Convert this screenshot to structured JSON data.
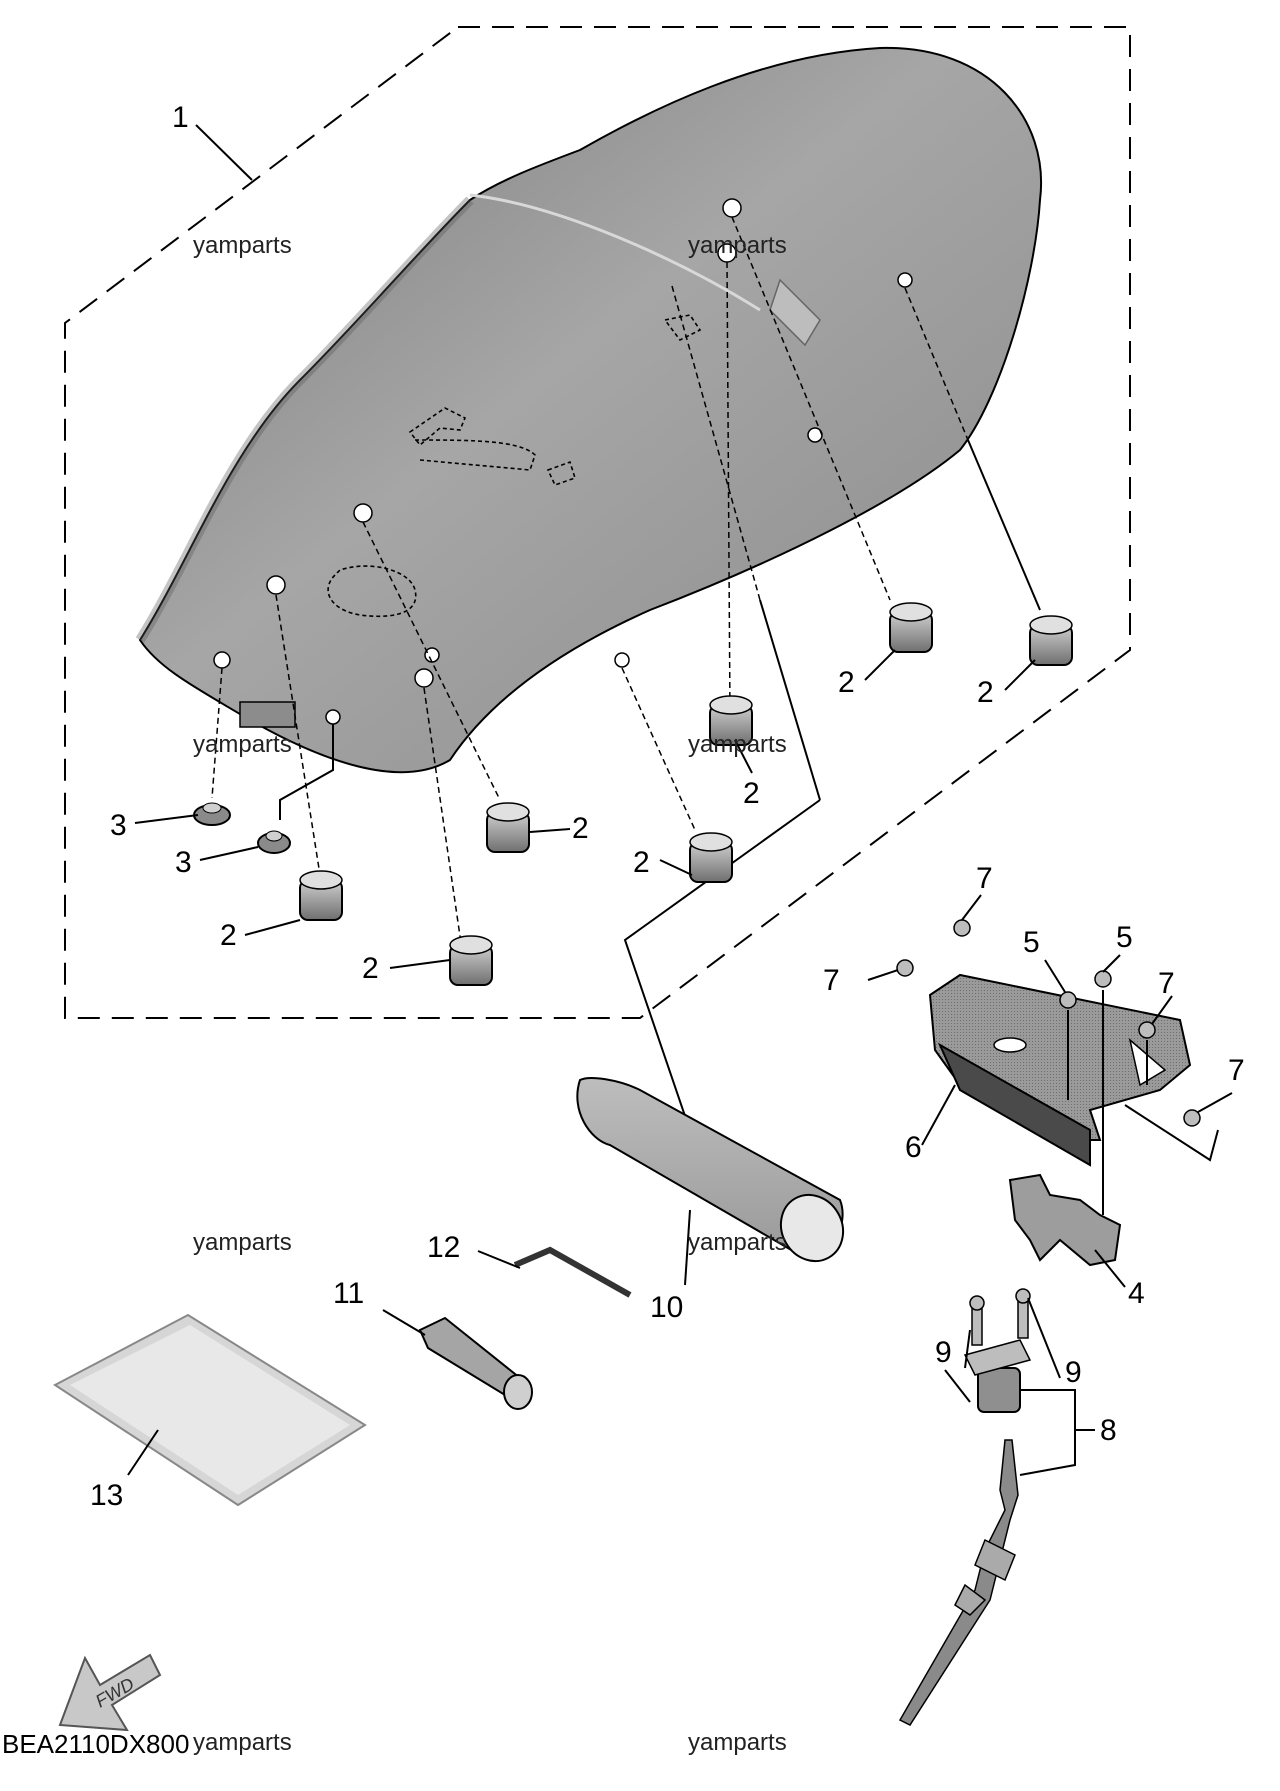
{
  "diagram": {
    "code": "BEA2110DX800",
    "watermark": "yamparts",
    "fwd_label": "FWD",
    "callouts": {
      "c1": "1",
      "c2": "2",
      "c3": "3",
      "c4": "4",
      "c5": "5",
      "c6": "6",
      "c7": "7",
      "c8": "8",
      "c9": "9",
      "c10": "10",
      "c11": "11",
      "c12": "12",
      "c13": "13"
    }
  }
}
